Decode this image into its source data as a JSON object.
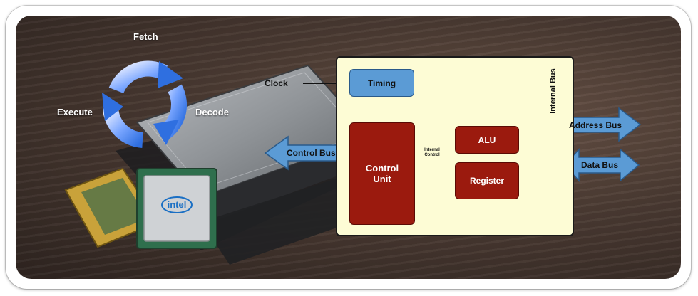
{
  "cycle": {
    "fetch": "Fetch",
    "decode": "Decode",
    "execute": "Execute"
  },
  "chip": {
    "brand": "intel"
  },
  "diagram": {
    "clock": "Clock",
    "timing": "Timing",
    "control_bus": "Control Bus",
    "control_unit_line1": "Control",
    "control_unit_line2": "Unit",
    "internal_control_line1": "Internal",
    "internal_control_line2": "Control",
    "alu": "ALU",
    "register": "Register",
    "internal_bus": "Internal Bus",
    "address_bus": "Address Bus",
    "data_bus": "Data Bus"
  },
  "colors": {
    "panel_bg": "#fdfcd5",
    "blue_box": "#5b9bd5",
    "red_box": "#9b1a0e",
    "cycle_arrows": "#2f6fe0"
  }
}
